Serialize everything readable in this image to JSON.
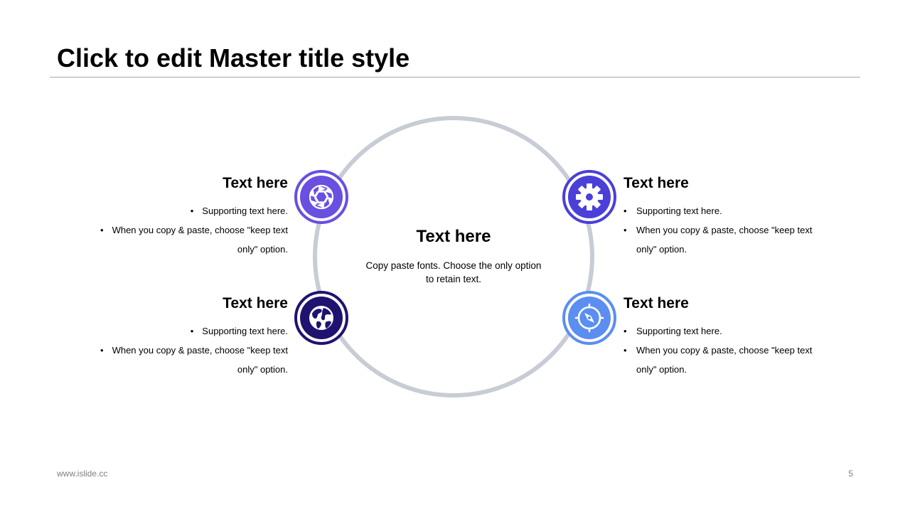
{
  "slide": {
    "title": "Click to edit Master title style",
    "footer_url": "www.islide.cc",
    "page_number": "5"
  },
  "center": {
    "heading": "Text here",
    "body_line1": "Copy paste fonts. Choose the only option",
    "body_line2": "to retain text."
  },
  "items": [
    {
      "heading": "Text here",
      "bullet1": "Supporting text here.",
      "bullet2_line1": "When you copy & paste, choose \"keep text",
      "bullet2_line2": "only\" option.",
      "icon": "aperture-icon",
      "color": "#6a4fe0"
    },
    {
      "heading": "Text here",
      "bullet1": "Supporting text here.",
      "bullet2_line1": "When you copy & paste, choose \"keep text",
      "bullet2_line2": "only\" option.",
      "icon": "gear-icon",
      "color": "#4a3fd8"
    },
    {
      "heading": "Text here",
      "bullet1": "Supporting text here.",
      "bullet2_line1": "When you copy & paste, choose \"keep text",
      "bullet2_line2": "only\" option.",
      "icon": "globe-icon",
      "color": "#1f1370"
    },
    {
      "heading": "Text here",
      "bullet1": "Supporting text here.",
      "bullet2_line1": "When you copy & paste, choose \"keep text",
      "bullet2_line2": "only\" option.",
      "icon": "compass-icon",
      "color": "#5b8ef0"
    }
  ],
  "colors": {
    "ring": "#c8ccd4",
    "title_rule": "#a6a6a6",
    "footer_text": "#7f7f7f"
  }
}
